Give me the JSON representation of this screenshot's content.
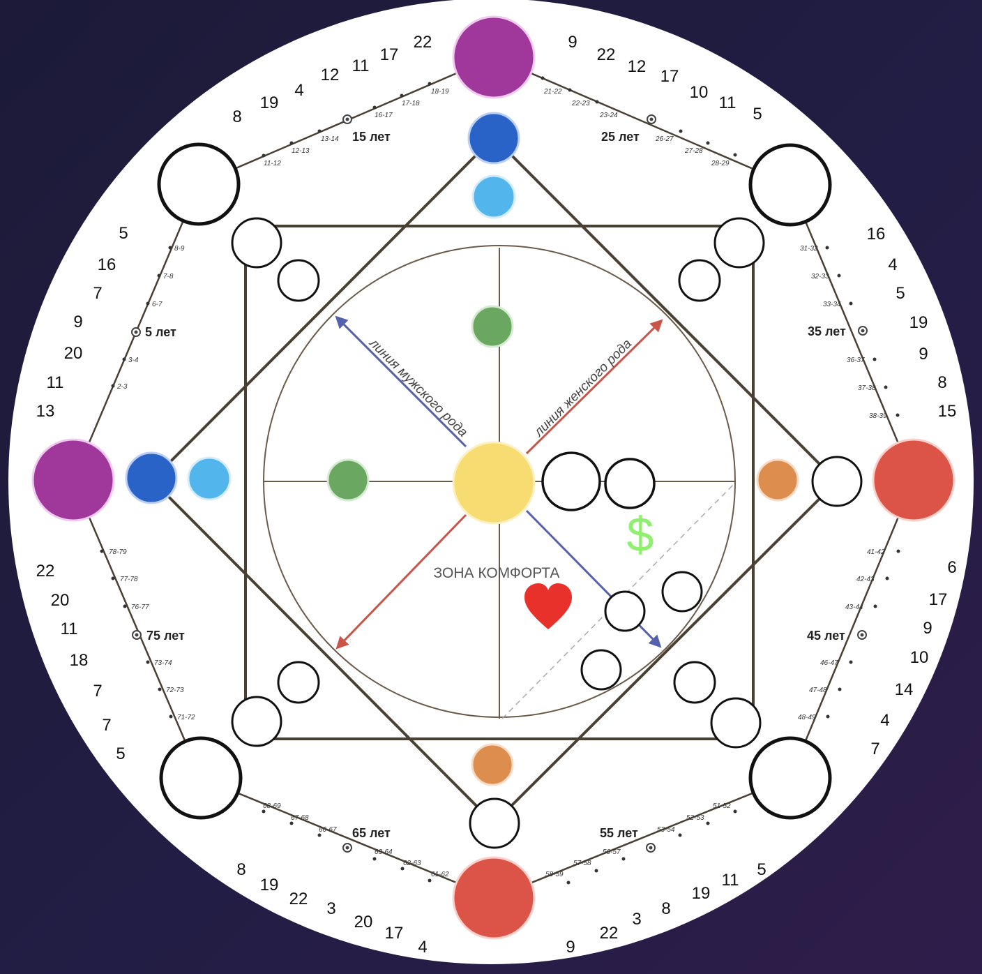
{
  "labels": {
    "comfort_zone": "ЗОНА КОМФОРТА",
    "male_line": "линия мужского рода",
    "female_line": "линия женского рода",
    "dollar": "$"
  },
  "ages": {
    "a5": "5 лет",
    "a15": "15 лет",
    "a25": "25 лет",
    "a35": "35 лет",
    "a45": "45 лет",
    "a55": "55 лет",
    "a65": "65 лет",
    "a75": "75 лет"
  },
  "ticks": {
    "t2_3": "2-3",
    "t3_4": "3-4",
    "t6_7": "6-7",
    "t7_8": "7-8",
    "t8_9": "8-9",
    "t11_12": "11-12",
    "t12_13": "12-13",
    "t13_14": "13-14",
    "t16_17": "16-17",
    "t17_18": "17-18",
    "t18_19": "18-19",
    "t21_22": "21-22",
    "t22_23": "22-23",
    "t23_24": "23-24",
    "t26_27": "26-27",
    "t27_28": "27-28",
    "t28_29": "28-29",
    "t31_32": "31-32",
    "t32_33": "32-33",
    "t33_34": "33-34",
    "t36_37": "36-37",
    "t37_38": "37-38",
    "t38_39": "38-39",
    "t41_42": "41-42",
    "t42_43": "42-43",
    "t43_44": "43-44",
    "t46_47": "46-47",
    "t47_48": "47-48",
    "t48_49": "48-49",
    "t51_52": "51-52",
    "t52_53": "52-53",
    "t53_54": "53-54",
    "t56_57": "56-57",
    "t57_58": "57-58",
    "t58_59": "58-59",
    "t61_62": "61-62",
    "t62_63": "62-63",
    "t63_64": "63-64",
    "t66_67": "66-67",
    "t67_68": "67-68",
    "t68_69": "68-69",
    "t71_72": "71-72",
    "t72_73": "72-73",
    "t73_74": "73-74",
    "t76_77": "76-77",
    "t77_78": "77-78",
    "t78_79": "78-79"
  },
  "numbers": {
    "top_left": [
      "8",
      "19",
      "4",
      "12",
      "11",
      "17",
      "22"
    ],
    "top_right": [
      "9",
      "22",
      "12",
      "17",
      "10",
      "11",
      "5"
    ],
    "right_upper": [
      "16",
      "4",
      "5",
      "19",
      "9",
      "8",
      "15"
    ],
    "right_lower": [
      "6",
      "17",
      "9",
      "10",
      "14",
      "4",
      "7"
    ],
    "bottom_right": [
      "5",
      "11",
      "19",
      "8",
      "3",
      "22",
      "9"
    ],
    "bottom_left": [
      "8",
      "19",
      "22",
      "3",
      "20",
      "17",
      "4"
    ],
    "left_lower": [
      "22",
      "20",
      "11",
      "18",
      "7",
      "7",
      "5"
    ],
    "left_upper": [
      "5",
      "16",
      "7",
      "9",
      "20",
      "11",
      "13"
    ]
  },
  "colors": {
    "purple": "#a0379b",
    "red": "#dc5447",
    "blue": "#2a63c8",
    "light_blue": "#52b5ec",
    "green": "#6aa760",
    "orange": "#dd8d4d",
    "yellow": "#f7dc72",
    "heart": "#e8312a",
    "dollar": "#8fef6e",
    "male_arrow": "#5561ad",
    "female_arrow": "#c95448"
  }
}
